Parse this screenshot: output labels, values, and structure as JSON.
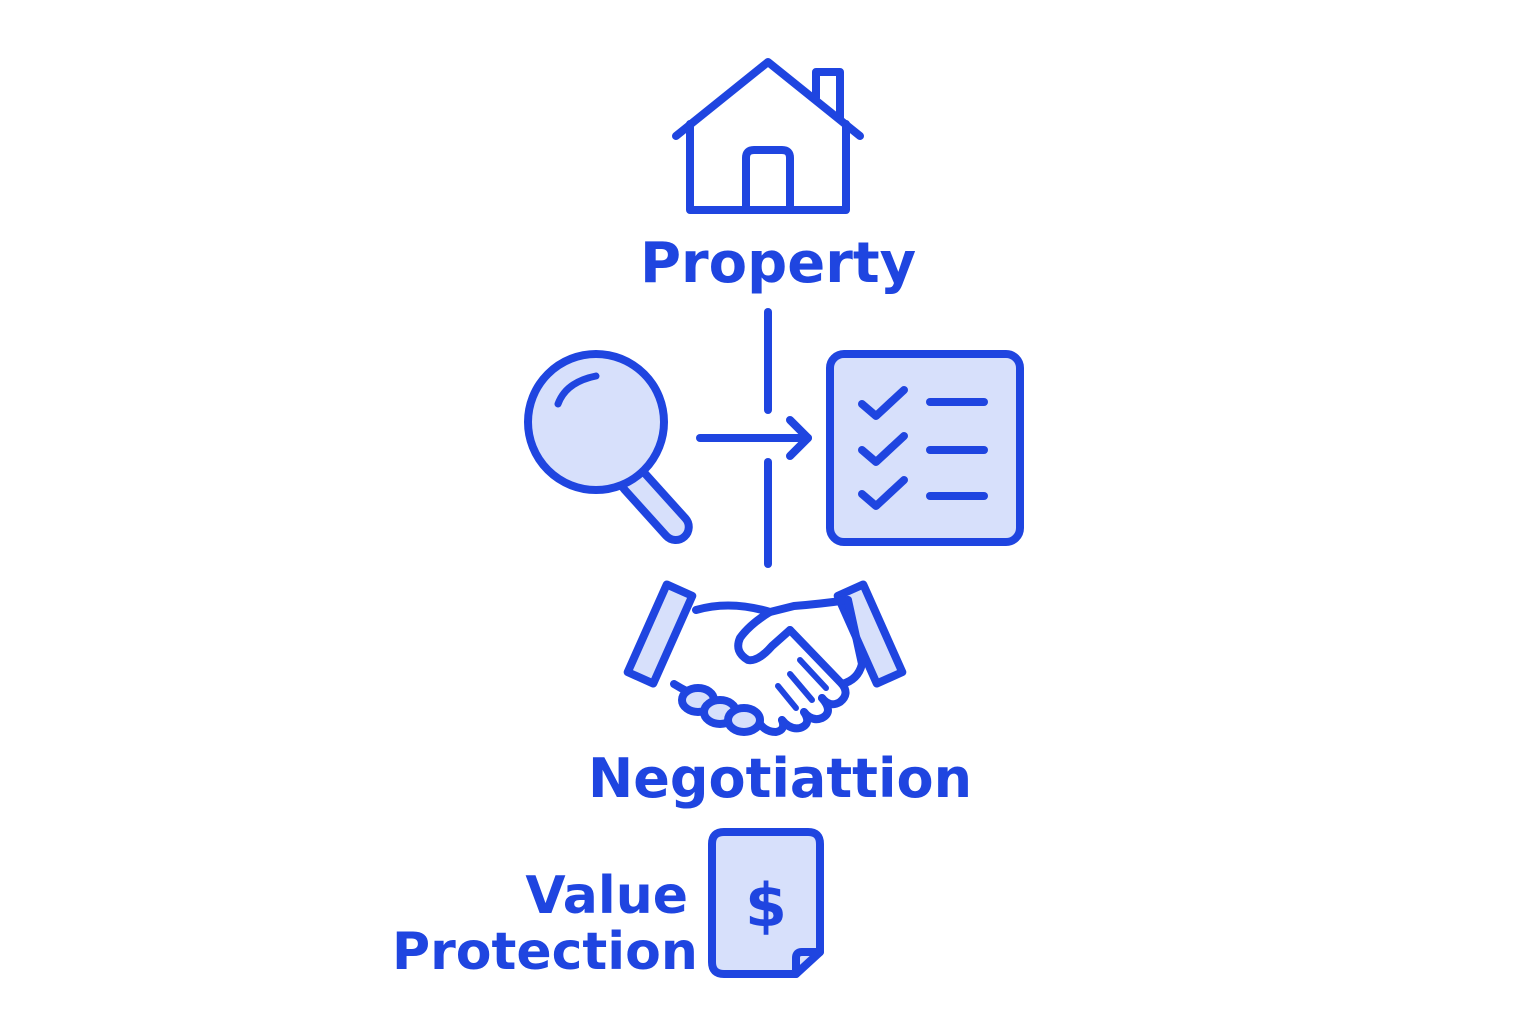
{
  "colors": {
    "stroke": "#1f45e0",
    "fill": "#d7e0fb",
    "background": "#ffffff"
  },
  "steps": [
    {
      "id": "property",
      "icon": "house-icon",
      "label": "Property"
    },
    {
      "id": "inspection",
      "icons": [
        "magnifying-glass-icon",
        "checklist-icon"
      ]
    },
    {
      "id": "negotiation",
      "icon": "handshake-icon",
      "label": "Negotiattion"
    },
    {
      "id": "value",
      "icon": "dollar-document-icon",
      "label_line1": "Value",
      "label_line2": "Protection"
    }
  ]
}
